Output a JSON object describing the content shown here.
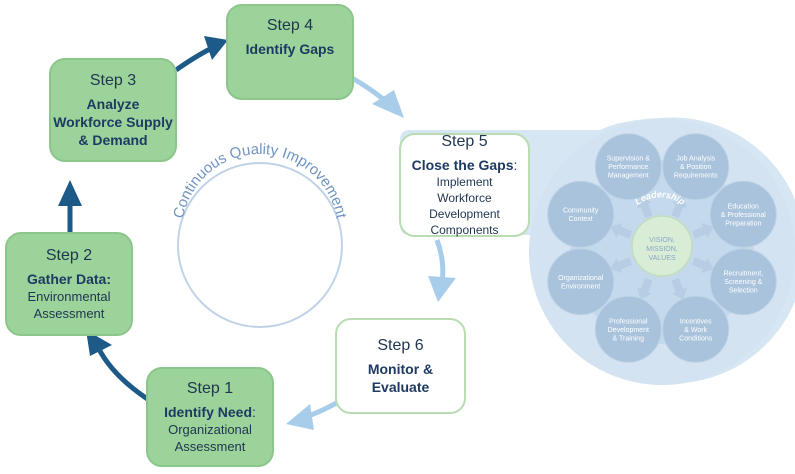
{
  "steps": [
    {
      "id": "step1",
      "number": "Step 1",
      "title": "Identify Need",
      "title_suffix": ":",
      "subtitle": "Organizational Assessment"
    },
    {
      "id": "step2",
      "number": "Step 2",
      "title": "Gather Data:",
      "title_suffix": "",
      "subtitle": "Environmental Assessment"
    },
    {
      "id": "step3",
      "number": "Step 3",
      "title": "Analyze Workforce Supply & Demand",
      "title_suffix": "",
      "subtitle": ""
    },
    {
      "id": "step4",
      "number": "Step 4",
      "title": "Identify Gaps",
      "title_suffix": "",
      "subtitle": ""
    },
    {
      "id": "step5",
      "number": "Step 5",
      "title": "Close the Gaps",
      "title_suffix": ":",
      "subtitle": "Implement Workforce Development Components"
    },
    {
      "id": "step6",
      "number": "Step 6",
      "title": "Monitor & Evaluate",
      "title_suffix": "",
      "subtitle": ""
    }
  ],
  "center_label": "Continuous Quality Improvement",
  "leadership": {
    "arc_label": "Leadership",
    "core": [
      "VISION,",
      "MISSION,",
      "VALUES"
    ]
  },
  "components": [
    [
      "Job Analysis",
      "& Position",
      "Requirements"
    ],
    [
      "Education",
      "& Professional",
      "Preparation"
    ],
    [
      "Recruitment,",
      "Screening &",
      "Selection"
    ],
    [
      "Incentives",
      "& Work",
      "Conditions"
    ],
    [
      "Professional",
      "Development",
      "& Training"
    ],
    [
      "Organizational",
      "Environment"
    ],
    [
      "Community",
      "Context"
    ],
    [
      "Supervision &",
      "Performance",
      "Management"
    ]
  ],
  "colors": {
    "step_fill": "#9bd39a",
    "dark_arrow": "#1d5a87",
    "light_arrow": "#a8cdea",
    "cqi_text": "#6f94c0",
    "panel": "#d6e6f3",
    "component_circle": "#a9c3dc"
  }
}
